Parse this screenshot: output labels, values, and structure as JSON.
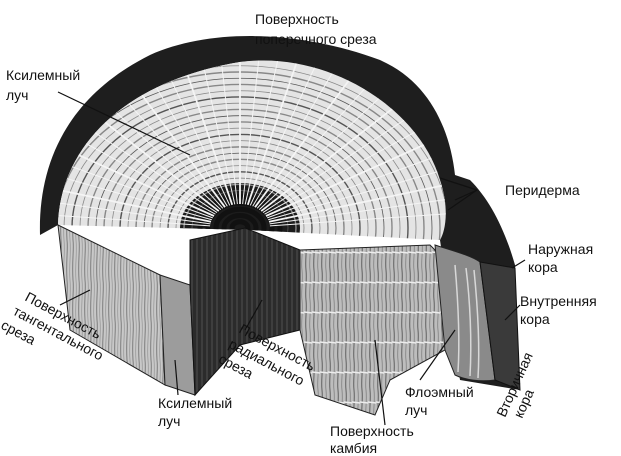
{
  "labels": {
    "cross_section": [
      "Поверхность",
      "поперечного среза"
    ],
    "xylem_ray_top": [
      "Ксилемный",
      "луч"
    ],
    "periderm": "Перидерма",
    "outer_bark": [
      "Наружная",
      "кора"
    ],
    "inner_bark": [
      "Внутренняя",
      "кора"
    ],
    "secondary_bark": [
      "Вторичная",
      "кора"
    ],
    "tangential": [
      "Поверхность",
      "тангенталь­ного",
      "среза"
    ],
    "radial": [
      "Поверхность",
      "радиального",
      "среза"
    ],
    "xylem_ray_bottom": [
      "Ксилемный",
      "луч"
    ],
    "phloem_ray": [
      "Флоэмный",
      "луч"
    ],
    "cambium": [
      "Поверхность",
      "камбия"
    ]
  },
  "colors": {
    "ink": "#111111",
    "wood_light": "#d8d8d8",
    "wood_mid": "#9a9a9a",
    "wood_dark": "#2a2a2a",
    "bark": "#1a1a1a",
    "paper": "#ffffff"
  }
}
